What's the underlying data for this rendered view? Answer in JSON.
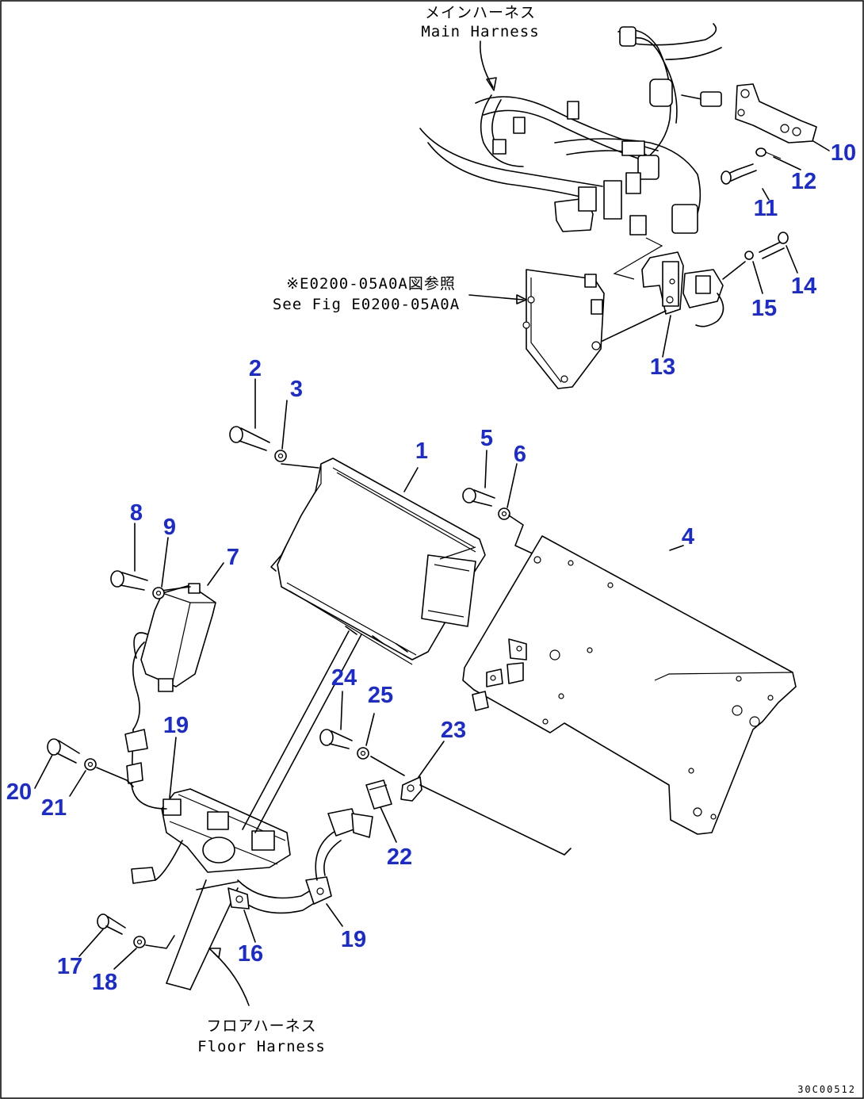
{
  "captions": {
    "main_harness_jp": "メインハーネス",
    "main_harness_en": "Main Harness",
    "floor_harness_jp": "フロアハーネス",
    "floor_harness_en": "Floor Harness",
    "see_fig_jp": "※E0200-05A0A図参照",
    "see_fig_en": "See Fig E0200-05A0A",
    "drawing_code": "30C00512"
  },
  "callouts": [
    "1",
    "2",
    "3",
    "4",
    "5",
    "6",
    "7",
    "8",
    "9",
    "10",
    "11",
    "12",
    "13",
    "14",
    "15",
    "16",
    "17",
    "18",
    "19",
    "19",
    "20",
    "21",
    "22",
    "23",
    "24",
    "25"
  ],
  "colors": {
    "callout": "#1a2bd6",
    "line": "#000000",
    "background": "#ffffff"
  }
}
